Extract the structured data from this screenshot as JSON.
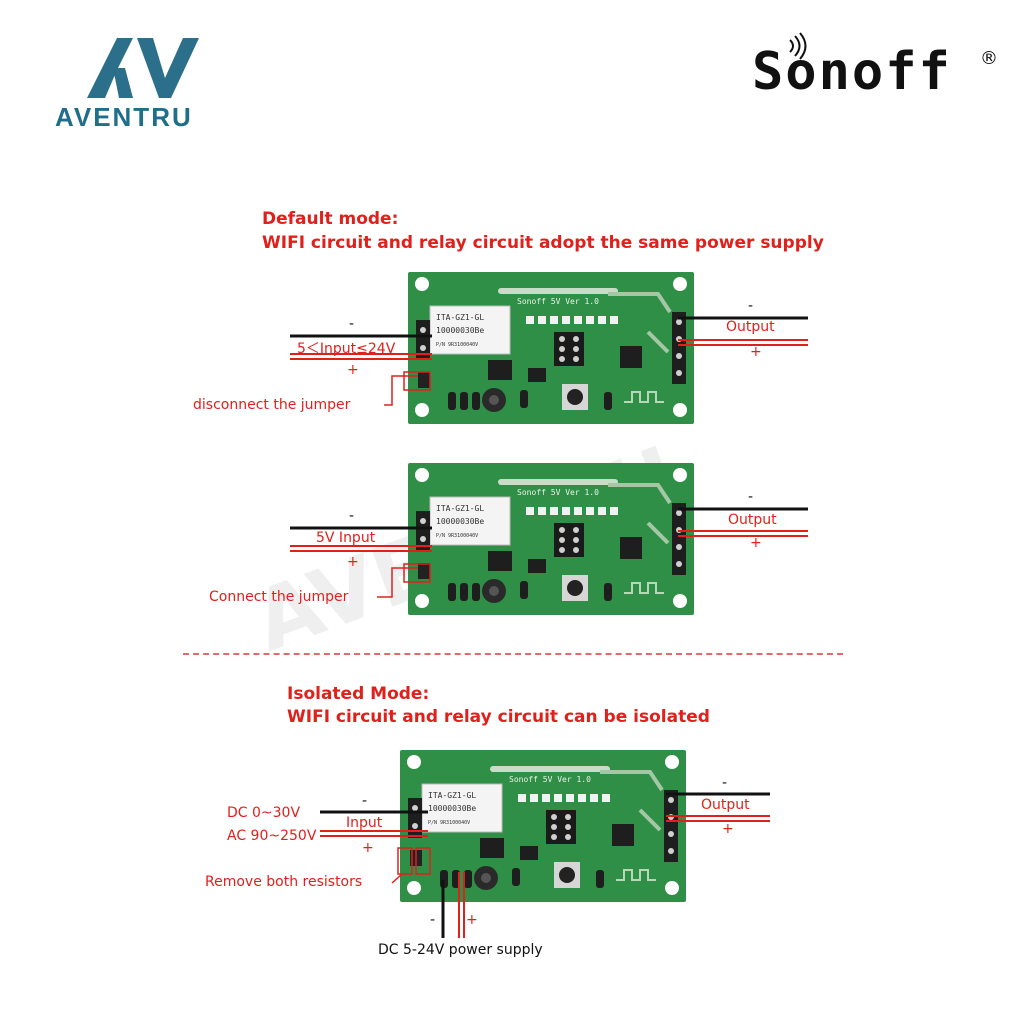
{
  "brand": {
    "left_logo_text": "AVENTRU",
    "right_logo_text": "Sonoff",
    "right_logo_mark": "®",
    "watermark": "AVENTRU"
  },
  "board": {
    "silkscreen": "Sonoff 5V Ver 1.0",
    "module_lines": [
      "ITA-GZ1-GL",
      "10000030Be",
      "P/N 9R3100040V"
    ]
  },
  "sections": {
    "default": {
      "title": "Default mode:",
      "subtitle": "WIFI circuit and relay circuit adopt the same power supply"
    },
    "isolated": {
      "title": "Isolated Mode:",
      "subtitle": "WIFI circuit and relay circuit can be isolated"
    }
  },
  "diagram1": {
    "neg": "-",
    "input": "5＜Input≤24V",
    "pos": "+",
    "note": "disconnect the jumper",
    "out_neg": "-",
    "output": "Output",
    "out_pos": "+"
  },
  "diagram2": {
    "neg": "-",
    "input": "5V Input",
    "pos": "+",
    "note": "Connect the jumper",
    "out_neg": "-",
    "output": "Output",
    "out_pos": "+"
  },
  "diagram3": {
    "dc_range": "DC 0~30V",
    "ac_range": "AC 90~250V",
    "neg": "-",
    "input": "Input",
    "pos": "+",
    "note": "Remove both resistors",
    "bottom_neg": "-",
    "bottom_pos": "+",
    "bottom_label": "DC 5-24V power supply",
    "out_neg": "-",
    "output": "Output",
    "out_pos": "+"
  },
  "colors": {
    "accent_red": "#e0201b",
    "pcb_green": "#2f8f46",
    "logo_teal": "#1f6f8b"
  }
}
